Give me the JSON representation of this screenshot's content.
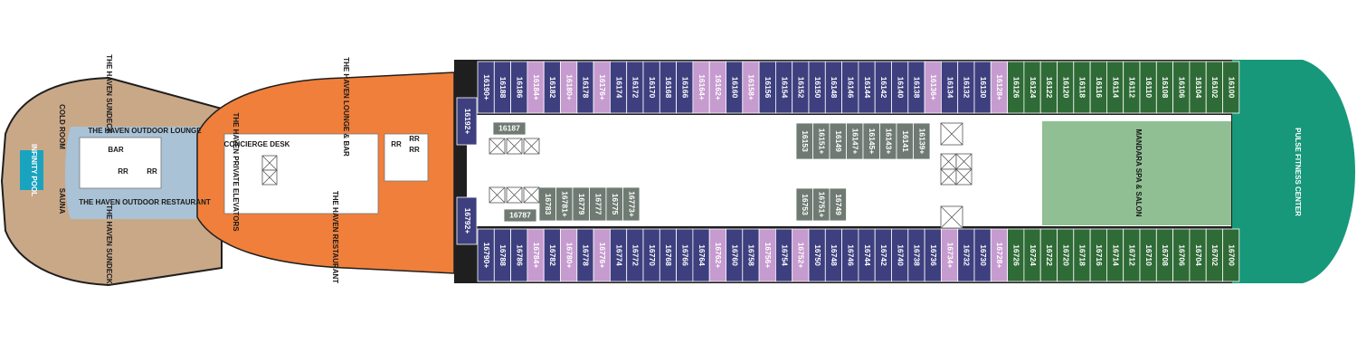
{
  "colors": {
    "hull": "#1f1f1f",
    "deck_tan": "#c9a888",
    "haven_blue": "#a9c2d6",
    "haven_orange": "#ef7f3a",
    "balcony_navy": "#3e3f7f",
    "suite_pink": "#c69bcf",
    "minisuite_green": "#2f6b36",
    "spa_green": "#8fbf93",
    "fitness_teal": "#17987a",
    "pool_blue": "#1aa3bf",
    "inside_gray": "#6f7b72",
    "corridor": "#ffffff"
  },
  "areas": {
    "sundeck_top": "THE HAVEN SUNDECK",
    "sundeck_bottom": "THE HAVEN SUNDECK",
    "cold_room": "COLD ROOM",
    "sauna": "SAUNA",
    "infinity_pool": "INFINITY POOL",
    "outdoor_lounge": "THE HAVEN OUTDOOR LOUNGE",
    "outdoor_restaurant": "THE HAVEN OUTDOOR RESTAURANT",
    "bar": "BAR",
    "rr": "RR",
    "concierge": "CONCIERGE DESK",
    "elevators": "THE HAVEN PRIVATE ELEVATORS",
    "lounge_bar": "THE HAVEN LOUNGE & BAR",
    "restaurant": "THE HAVEN RESTAURANT",
    "spa": "MANDARA SPA & SALON",
    "fitness": "PULSE FITNESS CENTER"
  },
  "cabins_top": [
    {
      "num": "16190",
      "acc": true,
      "type": "navy"
    },
    {
      "num": "16188",
      "acc": false,
      "type": "navy"
    },
    {
      "num": "16186",
      "acc": false,
      "type": "navy"
    },
    {
      "num": "16184",
      "acc": true,
      "type": "pink"
    },
    {
      "num": "16182",
      "acc": false,
      "type": "navy"
    },
    {
      "num": "16180",
      "acc": true,
      "type": "pink"
    },
    {
      "num": "16178",
      "acc": false,
      "type": "navy"
    },
    {
      "num": "16176",
      "acc": true,
      "type": "pink"
    },
    {
      "num": "16174",
      "acc": false,
      "type": "navy"
    },
    {
      "num": "16172",
      "acc": false,
      "type": "navy"
    },
    {
      "num": "16170",
      "acc": false,
      "type": "navy"
    },
    {
      "num": "16168",
      "acc": false,
      "type": "navy"
    },
    {
      "num": "16166",
      "acc": false,
      "type": "navy"
    },
    {
      "num": "16164",
      "acc": true,
      "type": "pink"
    },
    {
      "num": "16162",
      "acc": true,
      "type": "pink"
    },
    {
      "num": "16160",
      "acc": false,
      "type": "navy"
    },
    {
      "num": "16158",
      "acc": true,
      "type": "pink"
    },
    {
      "num": "16156",
      "acc": false,
      "type": "navy"
    },
    {
      "num": "16154",
      "acc": false,
      "type": "navy"
    },
    {
      "num": "16152",
      "acc": false,
      "type": "navy"
    },
    {
      "num": "16150",
      "acc": false,
      "type": "navy"
    },
    {
      "num": "16148",
      "acc": false,
      "type": "navy"
    },
    {
      "num": "16146",
      "acc": false,
      "type": "navy"
    },
    {
      "num": "16144",
      "acc": false,
      "type": "navy"
    },
    {
      "num": "16142",
      "acc": false,
      "type": "navy"
    },
    {
      "num": "16140",
      "acc": false,
      "type": "navy"
    },
    {
      "num": "16138",
      "acc": false,
      "type": "navy"
    },
    {
      "num": "16136",
      "acc": true,
      "type": "pink"
    },
    {
      "num": "16134",
      "acc": false,
      "type": "navy"
    },
    {
      "num": "16132",
      "acc": false,
      "type": "navy"
    },
    {
      "num": "16130",
      "acc": false,
      "type": "navy"
    },
    {
      "num": "16128",
      "acc": true,
      "type": "pink"
    },
    {
      "num": "16126",
      "acc": false,
      "type": "green"
    },
    {
      "num": "16124",
      "acc": false,
      "type": "green"
    },
    {
      "num": "16122",
      "acc": false,
      "type": "green"
    },
    {
      "num": "16120",
      "acc": false,
      "type": "green"
    },
    {
      "num": "16118",
      "acc": false,
      "type": "green"
    },
    {
      "num": "16116",
      "acc": false,
      "type": "green"
    },
    {
      "num": "16114",
      "acc": false,
      "type": "green"
    },
    {
      "num": "16112",
      "acc": false,
      "type": "green"
    },
    {
      "num": "16110",
      "acc": false,
      "type": "green"
    },
    {
      "num": "16108",
      "acc": false,
      "type": "green"
    },
    {
      "num": "16106",
      "acc": false,
      "type": "green"
    },
    {
      "num": "16104",
      "acc": false,
      "type": "green"
    },
    {
      "num": "16102",
      "acc": false,
      "type": "green"
    },
    {
      "num": "16100",
      "acc": false,
      "type": "green"
    }
  ],
  "cabins_bottom": [
    {
      "num": "16790",
      "acc": true,
      "type": "navy"
    },
    {
      "num": "16788",
      "acc": false,
      "type": "navy"
    },
    {
      "num": "16786",
      "acc": false,
      "type": "navy"
    },
    {
      "num": "16784",
      "acc": true,
      "type": "pink"
    },
    {
      "num": "16782",
      "acc": false,
      "type": "navy"
    },
    {
      "num": "16780",
      "acc": true,
      "type": "pink"
    },
    {
      "num": "16778",
      "acc": false,
      "type": "navy"
    },
    {
      "num": "16776",
      "acc": true,
      "type": "pink"
    },
    {
      "num": "16774",
      "acc": false,
      "type": "navy"
    },
    {
      "num": "16772",
      "acc": false,
      "type": "navy"
    },
    {
      "num": "16770",
      "acc": false,
      "type": "navy"
    },
    {
      "num": "16768",
      "acc": false,
      "type": "navy"
    },
    {
      "num": "16766",
      "acc": false,
      "type": "navy"
    },
    {
      "num": "16764",
      "acc": false,
      "type": "navy"
    },
    {
      "num": "16762",
      "acc": true,
      "type": "pink"
    },
    {
      "num": "16760",
      "acc": false,
      "type": "navy"
    },
    {
      "num": "16758",
      "acc": false,
      "type": "navy"
    },
    {
      "num": "16756",
      "acc": true,
      "type": "pink"
    },
    {
      "num": "16754",
      "acc": false,
      "type": "navy"
    },
    {
      "num": "16752",
      "acc": true,
      "type": "pink"
    },
    {
      "num": "16750",
      "acc": false,
      "type": "navy"
    },
    {
      "num": "16748",
      "acc": false,
      "type": "navy"
    },
    {
      "num": "16746",
      "acc": false,
      "type": "navy"
    },
    {
      "num": "16744",
      "acc": false,
      "type": "navy"
    },
    {
      "num": "16742",
      "acc": false,
      "type": "navy"
    },
    {
      "num": "16740",
      "acc": false,
      "type": "navy"
    },
    {
      "num": "16738",
      "acc": false,
      "type": "navy"
    },
    {
      "num": "16736",
      "acc": false,
      "type": "navy"
    },
    {
      "num": "16734",
      "acc": true,
      "type": "pink"
    },
    {
      "num": "16732",
      "acc": false,
      "type": "navy"
    },
    {
      "num": "16730",
      "acc": false,
      "type": "navy"
    },
    {
      "num": "16728",
      "acc": true,
      "type": "pink"
    },
    {
      "num": "16726",
      "acc": false,
      "type": "green"
    },
    {
      "num": "16724",
      "acc": false,
      "type": "green"
    },
    {
      "num": "16722",
      "acc": false,
      "type": "green"
    },
    {
      "num": "16720",
      "acc": false,
      "type": "green"
    },
    {
      "num": "16718",
      "acc": false,
      "type": "green"
    },
    {
      "num": "16716",
      "acc": false,
      "type": "green"
    },
    {
      "num": "16714",
      "acc": false,
      "type": "green"
    },
    {
      "num": "16712",
      "acc": false,
      "type": "green"
    },
    {
      "num": "16710",
      "acc": false,
      "type": "green"
    },
    {
      "num": "16708",
      "acc": false,
      "type": "green"
    },
    {
      "num": "16706",
      "acc": false,
      "type": "green"
    },
    {
      "num": "16704",
      "acc": false,
      "type": "green"
    },
    {
      "num": "16702",
      "acc": false,
      "type": "green"
    },
    {
      "num": "16700",
      "acc": false,
      "type": "green"
    }
  ],
  "cabins_bow": {
    "top": {
      "num": "16192",
      "acc": true
    },
    "bottom": {
      "num": "16792",
      "acc": true
    }
  },
  "inside_top_row": [
    {
      "num": "16153",
      "acc": false
    },
    {
      "num": "16151",
      "acc": true
    },
    {
      "num": "16149",
      "acc": false
    },
    {
      "num": "16147",
      "acc": true
    },
    {
      "num": "16145",
      "acc": true
    },
    {
      "num": "16143",
      "acc": true
    },
    {
      "num": "16141",
      "acc": false
    },
    {
      "num": "16139",
      "acc": true
    }
  ],
  "inside_bottom_right": [
    {
      "num": "16753",
      "acc": false
    },
    {
      "num": "16751",
      "acc": true
    },
    {
      "num": "16749",
      "acc": false
    }
  ],
  "inside_bottom_left": [
    {
      "num": "16783",
      "acc": false
    },
    {
      "num": "16781",
      "acc": true
    },
    {
      "num": "16779",
      "acc": false
    },
    {
      "num": "16777",
      "acc": false
    },
    {
      "num": "16775",
      "acc": false
    },
    {
      "num": "16773",
      "acc": true
    }
  ],
  "inside_singles": {
    "fwd_top": "16187",
    "fwd_bottom": "16787"
  }
}
